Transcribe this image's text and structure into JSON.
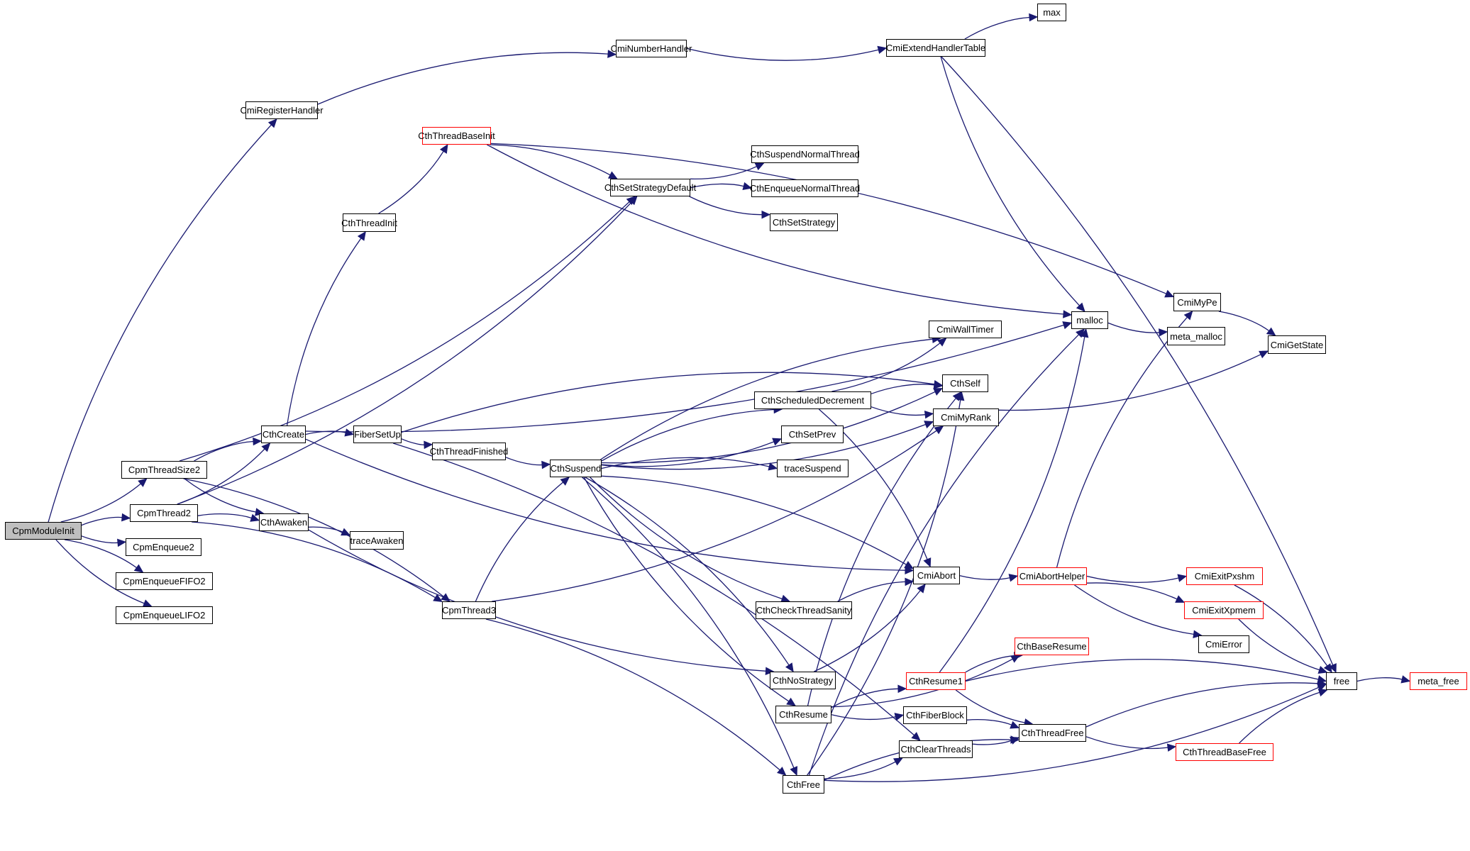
{
  "diagram": {
    "type": "call-graph",
    "colors": {
      "edge": "#191970",
      "node_border": "#000000",
      "node_border_incomplete": "#ff0000",
      "root_fill": "#bfbfbf",
      "node_fill": "#ffffff"
    },
    "root": "CpmModuleInit",
    "nodes": [
      {
        "id": "CpmModuleInit",
        "label": "CpmModuleInit",
        "style": "root"
      },
      {
        "id": "CpmThreadSize2",
        "label": "CpmThreadSize2",
        "style": "normal"
      },
      {
        "id": "CpmThread2",
        "label": "CpmThread2",
        "style": "normal"
      },
      {
        "id": "CpmEnqueue2",
        "label": "CpmEnqueue2",
        "style": "normal"
      },
      {
        "id": "CpmEnqueueFIFO2",
        "label": "CpmEnqueueFIFO2",
        "style": "normal"
      },
      {
        "id": "CpmEnqueueLIFO2",
        "label": "CpmEnqueueLIFO2",
        "style": "normal"
      },
      {
        "id": "CmiRegisterHandler",
        "label": "CmiRegisterHandler",
        "style": "normal"
      },
      {
        "id": "CmiNumberHandler",
        "label": "CmiNumberHandler",
        "style": "normal"
      },
      {
        "id": "CmiExtendHandlerTable",
        "label": "CmiExtendHandlerTable",
        "style": "normal"
      },
      {
        "id": "max",
        "label": "max",
        "style": "normal"
      },
      {
        "id": "CthThreadBaseInit",
        "label": "CthThreadBaseInit",
        "style": "incomplete"
      },
      {
        "id": "CthSetStrategyDefault",
        "label": "CthSetStrategyDefault",
        "style": "normal"
      },
      {
        "id": "CthSuspendNormalThread",
        "label": "CthSuspendNormalThread",
        "style": "normal"
      },
      {
        "id": "CthEnqueueNormalThread",
        "label": "CthEnqueueNormalThread",
        "style": "normal"
      },
      {
        "id": "CthSetStrategy",
        "label": "CthSetStrategy",
        "style": "normal"
      },
      {
        "id": "CthThreadInit",
        "label": "CthThreadInit",
        "style": "normal"
      },
      {
        "id": "malloc",
        "label": "malloc",
        "style": "normal"
      },
      {
        "id": "meta_malloc",
        "label": "meta_malloc",
        "style": "normal"
      },
      {
        "id": "CmiMyPe",
        "label": "CmiMyPe",
        "style": "normal"
      },
      {
        "id": "CmiGetState",
        "label": "CmiGetState",
        "style": "normal"
      },
      {
        "id": "CthCreate",
        "label": "CthCreate",
        "style": "normal"
      },
      {
        "id": "FiberSetUp",
        "label": "FiberSetUp",
        "style": "normal"
      },
      {
        "id": "CthThreadFinished",
        "label": "CthThreadFinished",
        "style": "normal"
      },
      {
        "id": "CthSuspend",
        "label": "CthSuspend",
        "style": "normal"
      },
      {
        "id": "CmiWallTimer",
        "label": "CmiWallTimer",
        "style": "normal"
      },
      {
        "id": "CthSelf",
        "label": "CthSelf",
        "style": "normal"
      },
      {
        "id": "CthScheduledDecrement",
        "label": "CthScheduledDecrement",
        "style": "normal"
      },
      {
        "id": "CmiMyRank",
        "label": "CmiMyRank",
        "style": "normal"
      },
      {
        "id": "CthSetPrev",
        "label": "CthSetPrev",
        "style": "normal"
      },
      {
        "id": "traceSuspend",
        "label": "traceSuspend",
        "style": "normal"
      },
      {
        "id": "CthAwaken",
        "label": "CthAwaken",
        "style": "normal"
      },
      {
        "id": "traceAwaken",
        "label": "traceAwaken",
        "style": "normal"
      },
      {
        "id": "CpmThread3",
        "label": "CpmThread3",
        "style": "normal"
      },
      {
        "id": "CmiAbort",
        "label": "CmiAbort",
        "style": "normal"
      },
      {
        "id": "CmiAbortHelper",
        "label": "CmiAbortHelper",
        "style": "incomplete"
      },
      {
        "id": "CmiExitPxshm",
        "label": "CmiExitPxshm",
        "style": "incomplete"
      },
      {
        "id": "CmiExitXpmem",
        "label": "CmiExitXpmem",
        "style": "incomplete"
      },
      {
        "id": "CmiError",
        "label": "CmiError",
        "style": "normal"
      },
      {
        "id": "CthCheckThreadSanity",
        "label": "CthCheckThreadSanity",
        "style": "normal"
      },
      {
        "id": "CthBaseResume",
        "label": "CthBaseResume",
        "style": "incomplete"
      },
      {
        "id": "CthNoStrategy",
        "label": "CthNoStrategy",
        "style": "normal"
      },
      {
        "id": "CthResume1",
        "label": "CthResume1",
        "style": "incomplete"
      },
      {
        "id": "CthResume",
        "label": "CthResume",
        "style": "normal"
      },
      {
        "id": "CthFiberBlock",
        "label": "CthFiberBlock",
        "style": "normal"
      },
      {
        "id": "CthClearThreads",
        "label": "CthClearThreads",
        "style": "normal"
      },
      {
        "id": "CthThreadFree",
        "label": "CthThreadFree",
        "style": "normal"
      },
      {
        "id": "CthThreadBaseFree",
        "label": "CthThreadBaseFree",
        "style": "incomplete"
      },
      {
        "id": "free",
        "label": "free",
        "style": "normal"
      },
      {
        "id": "meta_free",
        "label": "meta_free",
        "style": "incomplete"
      },
      {
        "id": "CthFree",
        "label": "CthFree",
        "style": "normal"
      }
    ],
    "edges": [
      [
        "CpmModuleInit",
        "CmiRegisterHandler"
      ],
      [
        "CpmModuleInit",
        "CpmThreadSize2"
      ],
      [
        "CpmModuleInit",
        "CpmThread2"
      ],
      [
        "CpmModuleInit",
        "CpmEnqueue2"
      ],
      [
        "CpmModuleInit",
        "CpmEnqueueFIFO2"
      ],
      [
        "CpmModuleInit",
        "CpmEnqueueLIFO2"
      ],
      [
        "CmiRegisterHandler",
        "CmiNumberHandler"
      ],
      [
        "CmiNumberHandler",
        "CmiExtendHandlerTable"
      ],
      [
        "CmiExtendHandlerTable",
        "max"
      ],
      [
        "CmiExtendHandlerTable",
        "malloc"
      ],
      [
        "CmiExtendHandlerTable",
        "free"
      ],
      [
        "CpmThreadSize2",
        "CthSetStrategyDefault"
      ],
      [
        "CpmThreadSize2",
        "CthCreate"
      ],
      [
        "CpmThreadSize2",
        "CthAwaken"
      ],
      [
        "CpmThreadSize2",
        "CpmThread3"
      ],
      [
        "CpmThread2",
        "CthCreate"
      ],
      [
        "CpmThread2",
        "CthAwaken"
      ],
      [
        "CpmThread2",
        "CthSetStrategyDefault"
      ],
      [
        "CpmThread2",
        "CpmThread3"
      ],
      [
        "CthThreadInit",
        "CthThreadBaseInit"
      ],
      [
        "CthThreadBaseInit",
        "CthSetStrategyDefault"
      ],
      [
        "CthThreadBaseInit",
        "malloc"
      ],
      [
        "CthThreadBaseInit",
        "CmiMyPe"
      ],
      [
        "CthSetStrategyDefault",
        "CthSuspendNormalThread"
      ],
      [
        "CthSetStrategyDefault",
        "CthEnqueueNormalThread"
      ],
      [
        "CthSetStrategyDefault",
        "CthSetStrategy"
      ],
      [
        "CthCreate",
        "CthThreadInit"
      ],
      [
        "CthCreate",
        "malloc"
      ],
      [
        "CthCreate",
        "FiberSetUp"
      ],
      [
        "CthCreate",
        "CmiAbort"
      ],
      [
        "FiberSetUp",
        "CthSelf"
      ],
      [
        "FiberSetUp",
        "CthThreadFinished"
      ],
      [
        "FiberSetUp",
        "CthClearThreads"
      ],
      [
        "CthThreadFinished",
        "CthSuspend"
      ],
      [
        "CthSuspend",
        "CmiWallTimer"
      ],
      [
        "CthSuspend",
        "CthSelf"
      ],
      [
        "CthSuspend",
        "CthScheduledDecrement"
      ],
      [
        "CthSuspend",
        "CthSetPrev"
      ],
      [
        "CthSuspend",
        "traceSuspend"
      ],
      [
        "CthSuspend",
        "CmiMyRank"
      ],
      [
        "CthSuspend",
        "CmiAbort"
      ],
      [
        "CthSuspend",
        "CthCheckThreadSanity"
      ],
      [
        "CthSuspend",
        "CthNoStrategy"
      ],
      [
        "CthSuspend",
        "CthResume"
      ],
      [
        "CthSuspend",
        "CthFree"
      ],
      [
        "CthScheduledDecrement",
        "CmiWallTimer"
      ],
      [
        "CthScheduledDecrement",
        "CthSelf"
      ],
      [
        "CthScheduledDecrement",
        "CmiMyRank"
      ],
      [
        "CthScheduledDecrement",
        "CmiAbort"
      ],
      [
        "CmiMyRank",
        "CmiGetState"
      ],
      [
        "CmiMyPe",
        "CmiGetState"
      ],
      [
        "malloc",
        "meta_malloc"
      ],
      [
        "CthAwaken",
        "traceAwaken"
      ],
      [
        "CthAwaken",
        "CthNoStrategy"
      ],
      [
        "CpmThread3",
        "CthSuspend"
      ],
      [
        "CpmThread3",
        "CmiMyRank"
      ],
      [
        "CpmThread3",
        "CthFree"
      ],
      [
        "CmiAbort",
        "CmiAbortHelper"
      ],
      [
        "CmiAbortHelper",
        "CmiMyPe"
      ],
      [
        "CmiAbortHelper",
        "CmiExitPxshm"
      ],
      [
        "CmiAbortHelper",
        "CmiExitXpmem"
      ],
      [
        "CmiAbortHelper",
        "CmiError"
      ],
      [
        "CmiExitPxshm",
        "free"
      ],
      [
        "CmiExitXpmem",
        "free"
      ],
      [
        "CthCheckThreadSanity",
        "CmiAbort"
      ],
      [
        "CthNoStrategy",
        "CmiAbort"
      ],
      [
        "CthResume",
        "CthSelf"
      ],
      [
        "CthResume",
        "CthBaseResume"
      ],
      [
        "CthResume",
        "CthResume1"
      ],
      [
        "CthResume",
        "CthFiberBlock"
      ],
      [
        "CthResume1",
        "CthBaseResume"
      ],
      [
        "CthResume1",
        "malloc"
      ],
      [
        "CthResume1",
        "free"
      ],
      [
        "CthResume1",
        "CthThreadFree"
      ],
      [
        "CthFiberBlock",
        "CthThreadFree"
      ],
      [
        "CthClearThreads",
        "CthThreadFree"
      ],
      [
        "CthThreadFree",
        "free"
      ],
      [
        "CthThreadFree",
        "CthThreadBaseFree"
      ],
      [
        "CthThreadBaseFree",
        "free"
      ],
      [
        "CthFree",
        "CthSelf"
      ],
      [
        "CthFree",
        "malloc"
      ],
      [
        "CthFree",
        "CthClearThreads"
      ],
      [
        "CthFree",
        "CthThreadFree"
      ],
      [
        "CthFree",
        "free"
      ],
      [
        "free",
        "meta_free"
      ]
    ]
  }
}
